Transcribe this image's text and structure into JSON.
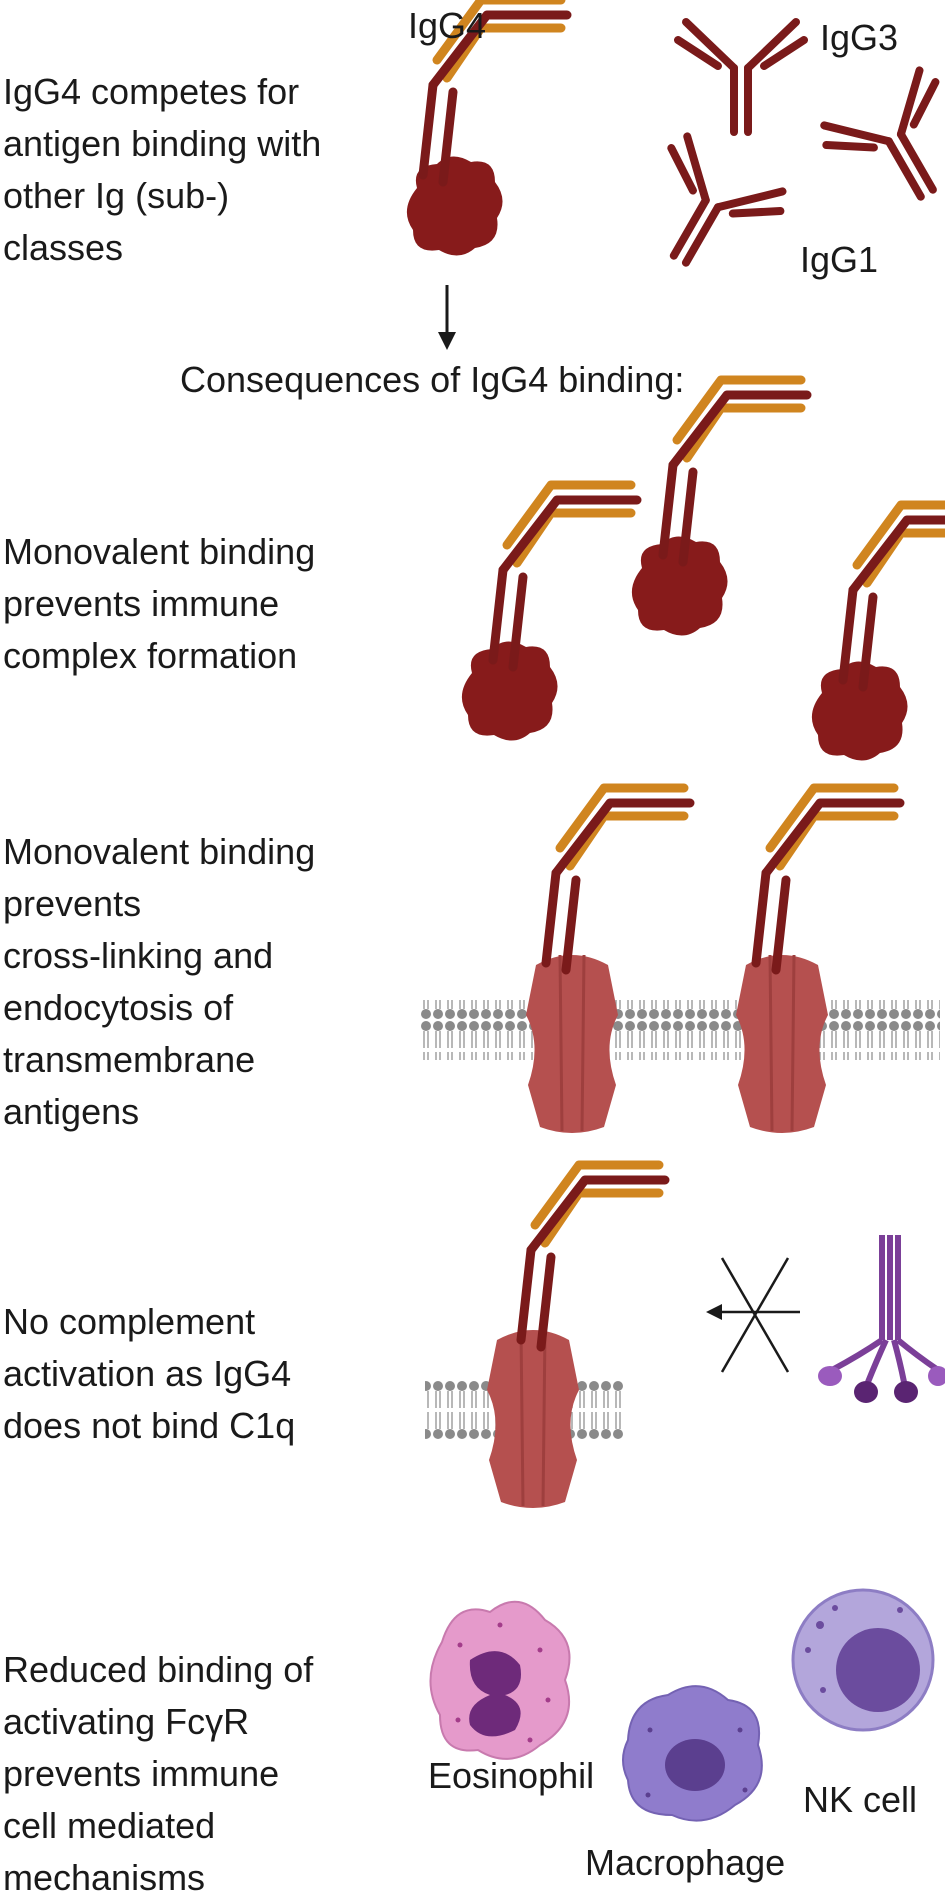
{
  "section1": {
    "text_lines": [
      "IgG4 competes for",
      "antigen binding with",
      "other Ig (sub-)",
      "classes"
    ],
    "labels": {
      "igg4": "IgG4",
      "igg3": "IgG3",
      "igg1": "IgG1"
    }
  },
  "consequences_heading": "Consequences of IgG4 binding:",
  "section2": {
    "text_lines": [
      "Monovalent binding",
      "prevents immune",
      "complex formation"
    ]
  },
  "section3": {
    "text_lines": [
      "Monovalent binding",
      "prevents",
      "cross-linking and",
      "endocytosis of",
      "transmembrane",
      "antigens"
    ]
  },
  "section4": {
    "text_lines": [
      "No complement",
      "activation as IgG4",
      "does not bind C1q"
    ]
  },
  "section5": {
    "text_lines": [
      "Reduced binding of",
      "activating FcγR",
      "prevents immune",
      "cell mediated",
      "mechanisms"
    ],
    "cells": {
      "eosinophil": "Eosinophil",
      "macrophage": "Macrophage",
      "nk_cell": "NK cell"
    }
  },
  "colors": {
    "igg4_light_chain": "#d0851f",
    "heavy_chain": "#7a1a1a",
    "antigen": "#871b1b",
    "membrane_protein": "#b5504f",
    "c1q": "#7b3f98",
    "eosinophil": "#e59acb",
    "macrophage": "#8f7ccc",
    "nk_cell": "#b3a6db"
  }
}
